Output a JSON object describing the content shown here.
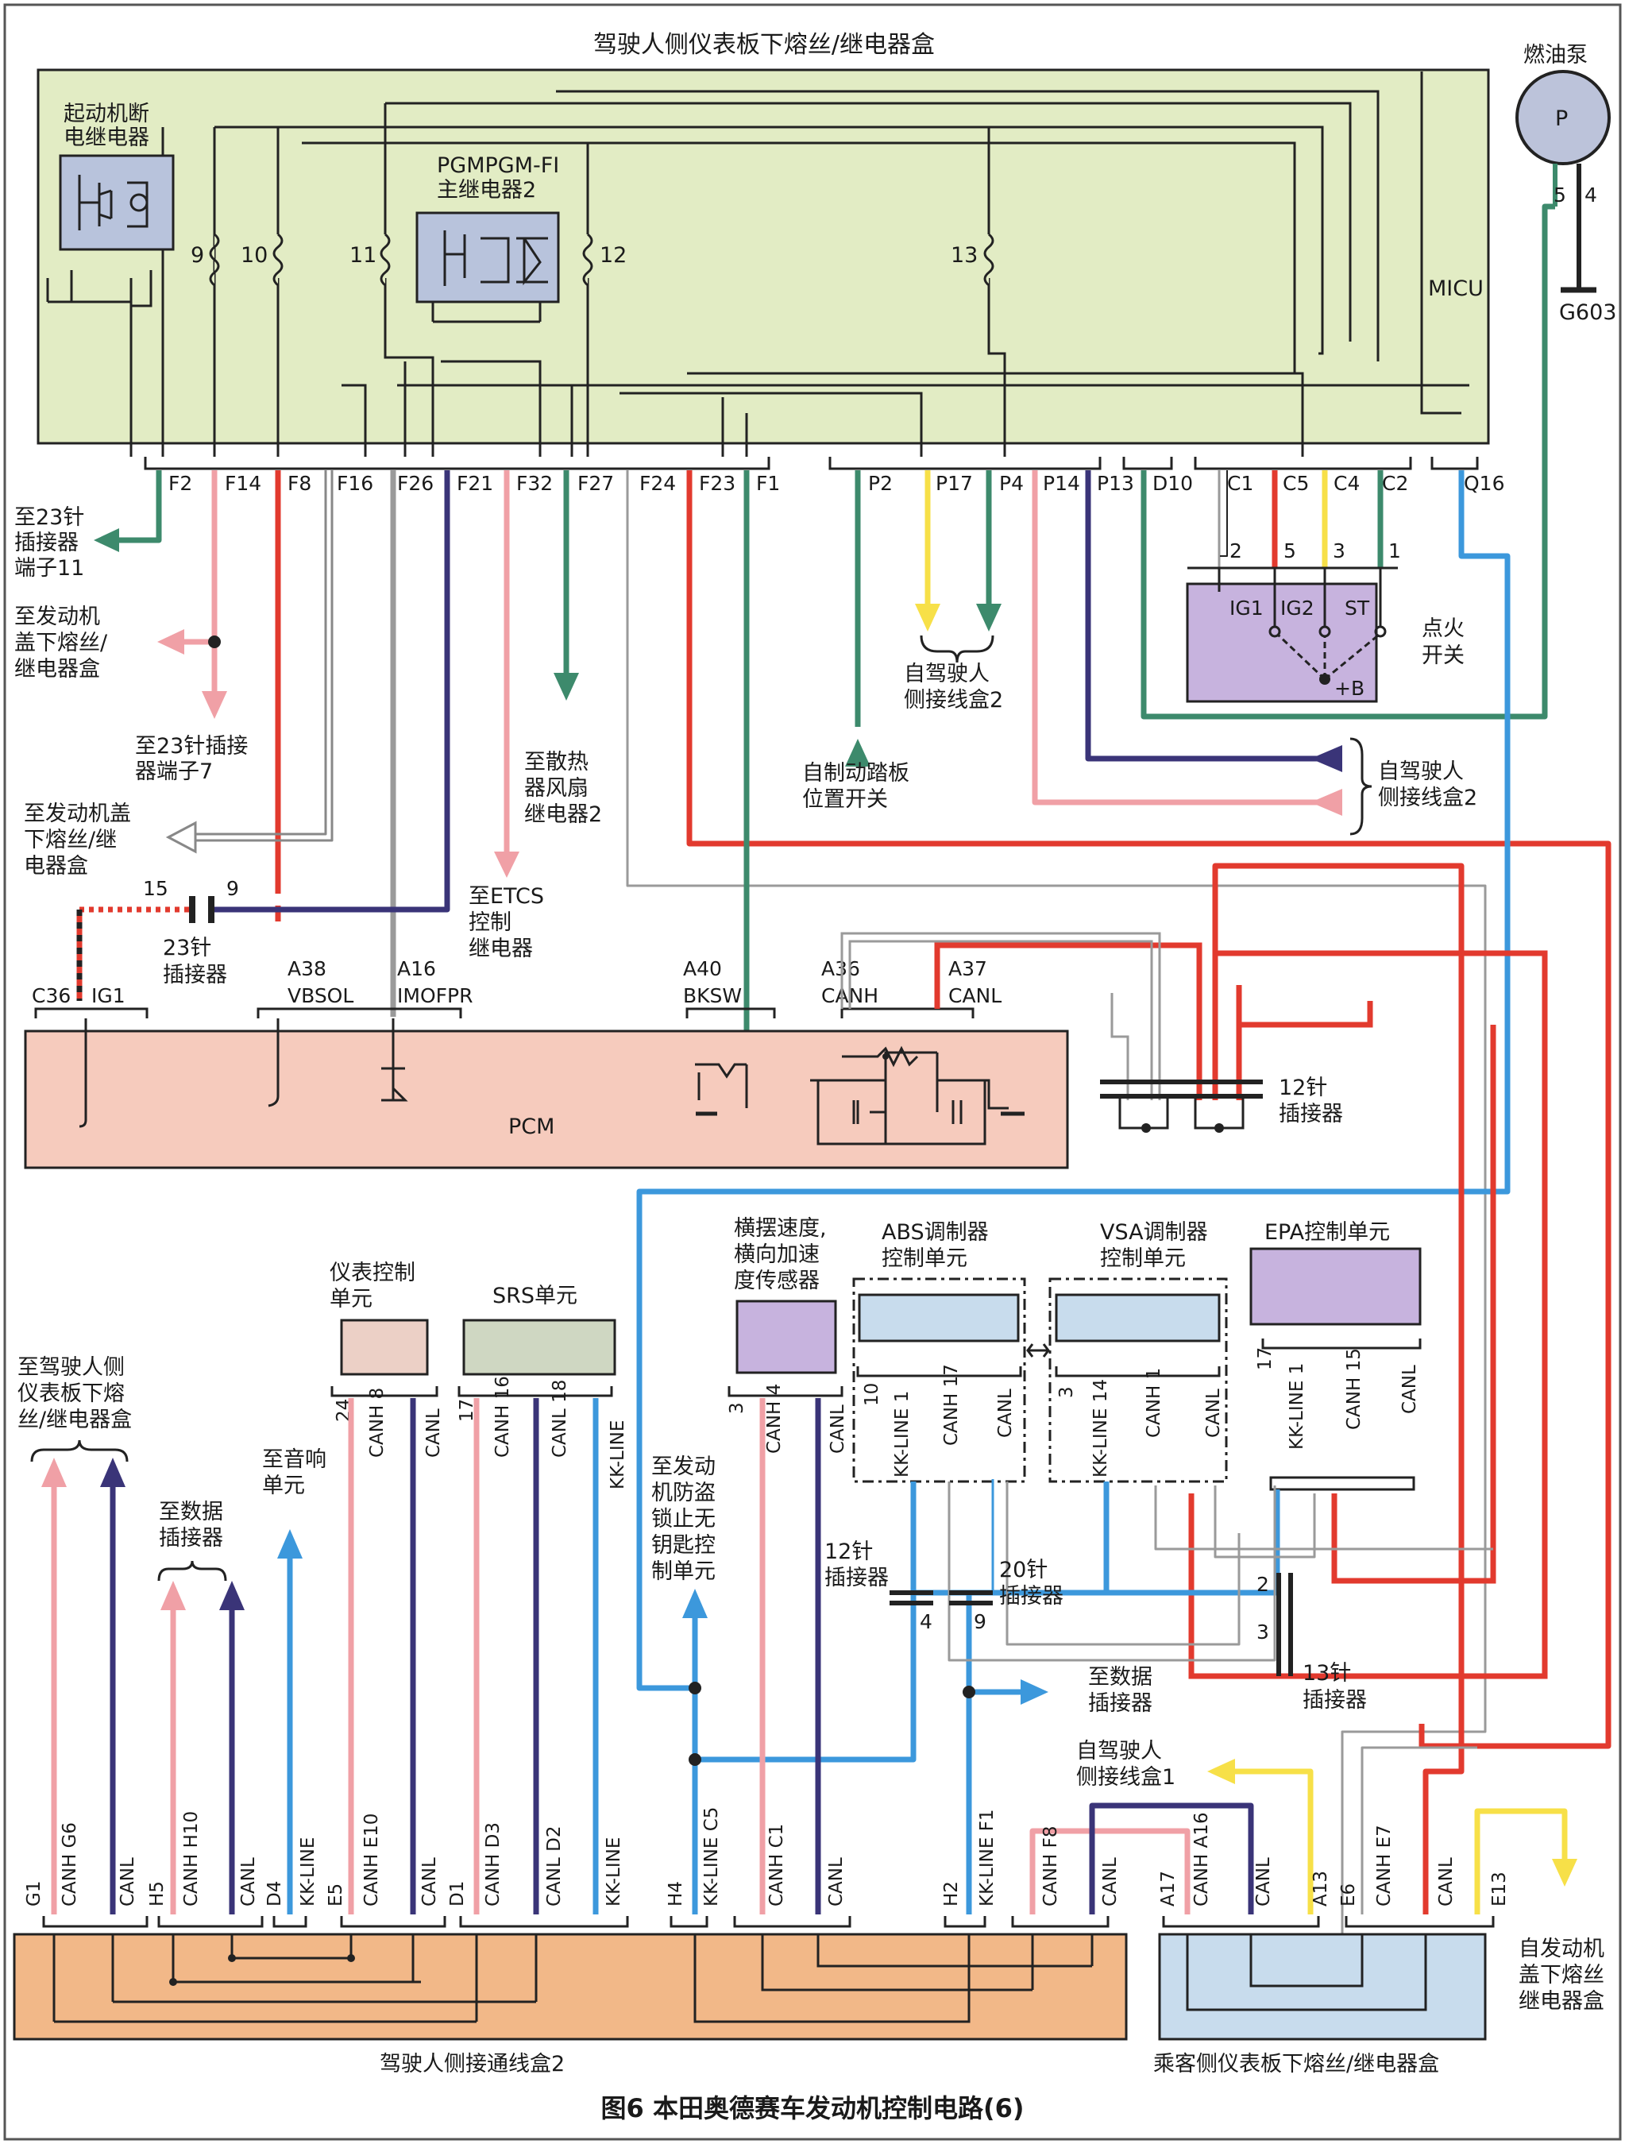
{
  "figure_caption": "图6 本田奥德赛车发动机控制电路(6)",
  "colors": {
    "red": "#e23a2e",
    "pink": "#f0a0a6",
    "green": "#3d8a6c",
    "navy": "#3a3478",
    "blue": "#3c98dc",
    "yellow": "#f7e048",
    "gray": "#9a9a9a",
    "fuse_box_bg": "#e2ecc4",
    "pcm_bg": "#f6cbbd",
    "junction2_bg": "#f2b888",
    "passenger_box_bg": "#c8dced",
    "module_purple": "#c7b3de"
  },
  "fuse_box": {
    "title": "驾驶人侧仪表板下熔丝/继电器盒",
    "starter_relay": [
      "起动机断",
      "电继电器"
    ],
    "pgm_relay": [
      "PGMPGM-FI",
      "主继电器2"
    ],
    "micu": "MICU",
    "fuses": [
      "9",
      "10",
      "11",
      "12",
      "13"
    ],
    "terminals": [
      "F2",
      "F14",
      "F8",
      "F16",
      "F26",
      "F21",
      "F32",
      "F27",
      "F24",
      "F23",
      "F1",
      "P2",
      "P17",
      "P4",
      "P14",
      "P13",
      "D10",
      "C1",
      "C5",
      "C4",
      "C2",
      "Q16"
    ]
  },
  "fuel_pump": {
    "title": "燃油泵",
    "symbol": "P",
    "pins": [
      "5",
      "4"
    ],
    "ground": "G603"
  },
  "ignition_switch": {
    "title": [
      "点火",
      "开关"
    ],
    "positions": [
      "IG1",
      "IG2",
      "ST"
    ],
    "battery": "+B",
    "pins": [
      "2",
      "5",
      "3",
      "1"
    ]
  },
  "callouts": {
    "to_23pin_11": [
      "至23针",
      "插接器",
      "端子11"
    ],
    "to_engine_hood_box": [
      "至发动机",
      "盖下熔丝/",
      "继电器盒"
    ],
    "to_23pin_7": [
      "至23针插接",
      "器端子7"
    ],
    "to_engine_hood_box2": [
      "至发动机盖",
      "下熔丝/继",
      "电器盒"
    ],
    "to_fan_relay": [
      "至散热",
      "器风扇",
      "继电器2"
    ],
    "to_etcs": [
      "至ETCS",
      "控制",
      "继电器"
    ],
    "brake_switch": [
      "自制动踏板",
      "位置开关"
    ],
    "driver_junction2_a": [
      "自驾驶人",
      "侧接线盒2"
    ],
    "driver_junction2_b": [
      "自驾驶人",
      "侧接线盒2"
    ],
    "to_driver_fuse_box": [
      "至驾驶人侧",
      "仪表板下熔",
      "丝/继电器盒"
    ],
    "to_data_conn_a": [
      "至数据",
      "插接器"
    ],
    "to_audio": [
      "至音响",
      "单元"
    ],
    "to_immobilizer": [
      "至发动",
      "机防盗",
      "锁止无",
      "钥匙控",
      "制单元"
    ],
    "to_data_conn_b": [
      "至数据",
      "插接器"
    ],
    "driver_junction1": [
      "自驾驶人",
      "侧接线盒1"
    ],
    "from_engine_hood_box": [
      "自发动机",
      "盖下熔丝",
      "继电器盒"
    ]
  },
  "connectors": {
    "c23": {
      "label": [
        "23针",
        "插接器"
      ],
      "pins": [
        "15",
        "9"
      ]
    },
    "c12a": {
      "label": [
        "12针",
        "插接器"
      ]
    },
    "c12b": {
      "label": [
        "12针",
        "插接器"
      ],
      "pin": "4"
    },
    "c20": {
      "label": [
        "20针",
        "插接器"
      ],
      "pin": "9"
    },
    "c13": {
      "label": [
        "13针",
        "插接器"
      ],
      "pins": [
        "2",
        "3"
      ]
    }
  },
  "pcm": {
    "title": "PCM",
    "pins": [
      {
        "code": "C36",
        "name": "IG1"
      },
      {
        "code": "A38",
        "name": "VBSOL"
      },
      {
        "code": "A16",
        "name": "IMOFPR"
      },
      {
        "code": "A40",
        "name": "BKSW"
      },
      {
        "code": "A36",
        "name": "CANH"
      },
      {
        "code": "A37",
        "name": "CANL"
      }
    ]
  },
  "modules": {
    "meter": {
      "title": [
        "仪表控制",
        "单元"
      ],
      "pins": [
        "24",
        "CANH 8",
        "CANL"
      ]
    },
    "srs": {
      "title": "SRS单元",
      "pins": [
        "17",
        "CANH 16",
        "CANL 18",
        "KK-LINE"
      ]
    },
    "yaw": {
      "title": [
        "横摆速度,",
        "横向加速",
        "度传感器"
      ],
      "pins": [
        "3",
        "CANH 4",
        "CANL"
      ]
    },
    "abs": {
      "title": [
        "ABS调制器",
        "控制单元"
      ],
      "pins": [
        "10",
        "KK-LINE 1",
        "CANH 17",
        "CANL"
      ]
    },
    "vsa": {
      "title": [
        "VSA调制器",
        "控制单元"
      ],
      "pins": [
        "3",
        "KK-LINE 14",
        "CANH 1",
        "CANL"
      ]
    },
    "epa": {
      "title": "EPA控制单元",
      "pins": [
        "17",
        "KK-LINE 1",
        "CANH 15",
        "CANL"
      ]
    }
  },
  "bottom_pins": [
    "G1",
    "CANH G6",
    "CANL",
    "H5",
    "CANH H10",
    "CANL",
    "D4",
    "KK-LINE",
    "E5",
    "CANH E10",
    "CANL",
    "D1",
    "CANH D3",
    "CANL D2",
    "KK-LINE",
    "H4",
    "KK-LINE C5",
    "CANH C1",
    "CANL",
    "H2",
    "KK-LINE F1",
    "CANH F8",
    "CANL",
    "A17",
    "CANH A16",
    "CANL",
    "A13",
    "E6",
    "CANH E7",
    "CANL",
    "E13"
  ],
  "junction_box_2": "驾驶人侧接通线盒2",
  "passenger_box": "乘客侧仪表板下熔丝/继电器盒"
}
